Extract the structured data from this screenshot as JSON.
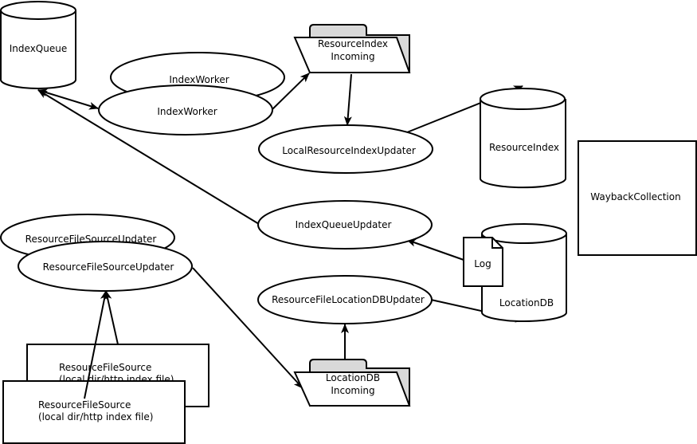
{
  "diagram": {
    "index_queue": "IndexQueue",
    "index_worker_back": "IndexWorker",
    "index_worker_front": "IndexWorker",
    "resource_index_incoming": {
      "line1": "ResourceIndex",
      "line2": "Incoming"
    },
    "local_resource_index_updater": "LocalResourceIndexUpdater",
    "resource_index": "ResourceIndex",
    "wayback_collection": "WaybackCollection",
    "index_queue_updater": "IndexQueueUpdater",
    "log": "Log",
    "location_db": "LocationDB",
    "resource_file_location_db_updater": "ResourceFileLocationDBUpdater",
    "resource_file_source_updater_back": "ResourceFileSourceUpdater",
    "resource_file_source_updater_front": "ResourceFileSourceUpdater",
    "resource_file_source_back": {
      "line1": "ResourceFileSource",
      "line2": "(local dir/http index file)"
    },
    "resource_file_source_front": {
      "line1": "ResourceFileSource",
      "line2": "(local dir/http index file)"
    },
    "location_db_incoming": {
      "line1": "LocationDB",
      "line2": "Incoming"
    }
  }
}
